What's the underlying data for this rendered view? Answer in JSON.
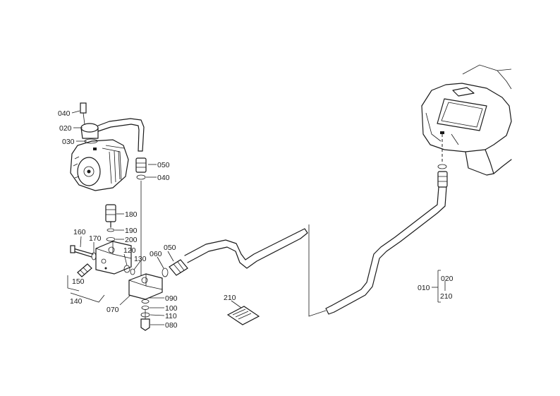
{
  "labels": {
    "l040a": "040",
    "l020a": "020",
    "l030": "030",
    "l050a": "050",
    "l040b": "040",
    "l180": "180",
    "l190": "190",
    "l200": "200",
    "l160": "160",
    "l170": "170",
    "l120": "120",
    "l130": "130",
    "l060": "060",
    "l050b": "050",
    "l150": "150",
    "l140": "140",
    "l070": "070",
    "l090": "090",
    "l100": "100",
    "l110": "110",
    "l080": "080",
    "l210a": "210",
    "l010": "010",
    "l020b": "020",
    "l210b": "210"
  }
}
